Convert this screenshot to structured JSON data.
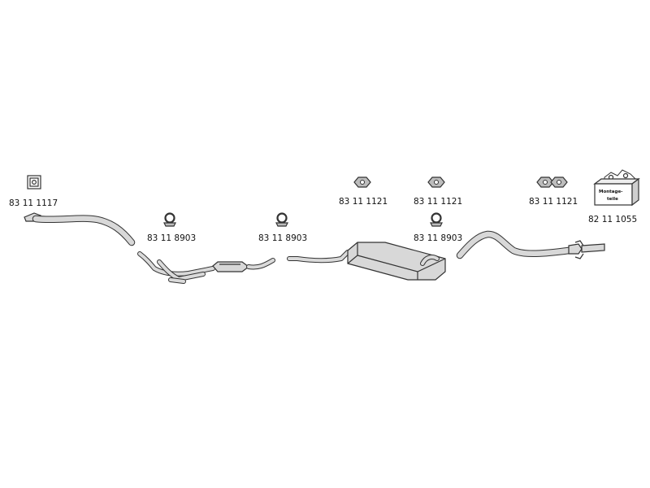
{
  "parts": {
    "flange_gasket": "83 11 1117",
    "clamp_1": "83 11 8903",
    "clamp_2": "83 11 8903",
    "clamp_3": "83 11 8903",
    "rubber_mount_1": "83 11 1121",
    "rubber_mount_2": "83 11 1121",
    "rubber_mount_pair": "83 11 1121",
    "mounting_kit": "82 11 1055"
  },
  "kit_label": {
    "line1": "Montage-",
    "line2": "teile"
  },
  "icons": {
    "flange_gasket": "square-gasket-icon",
    "clamp": "pipe-clamp-icon",
    "rubber_mount": "rubber-hanger-icon",
    "mounting_kit": "mounting-parts-box-icon"
  },
  "colors": {
    "line": "#333333",
    "fill": "#d8d8d8"
  }
}
